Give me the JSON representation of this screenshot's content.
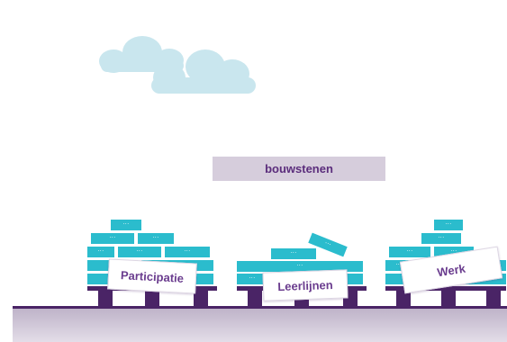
{
  "title": "bouwstenen",
  "stacks": [
    {
      "label": "Participatie"
    },
    {
      "label": "Leerlijnen"
    },
    {
      "label": "Werk"
    }
  ],
  "brick_text": "...",
  "colors": {
    "brick": "#2bbccd",
    "pallet": "#4a2466",
    "title_bar": "#d6cddc",
    "label_text": "#6a3c8e",
    "cloud": "#c9e6ee",
    "ground": "#d2c9da"
  }
}
